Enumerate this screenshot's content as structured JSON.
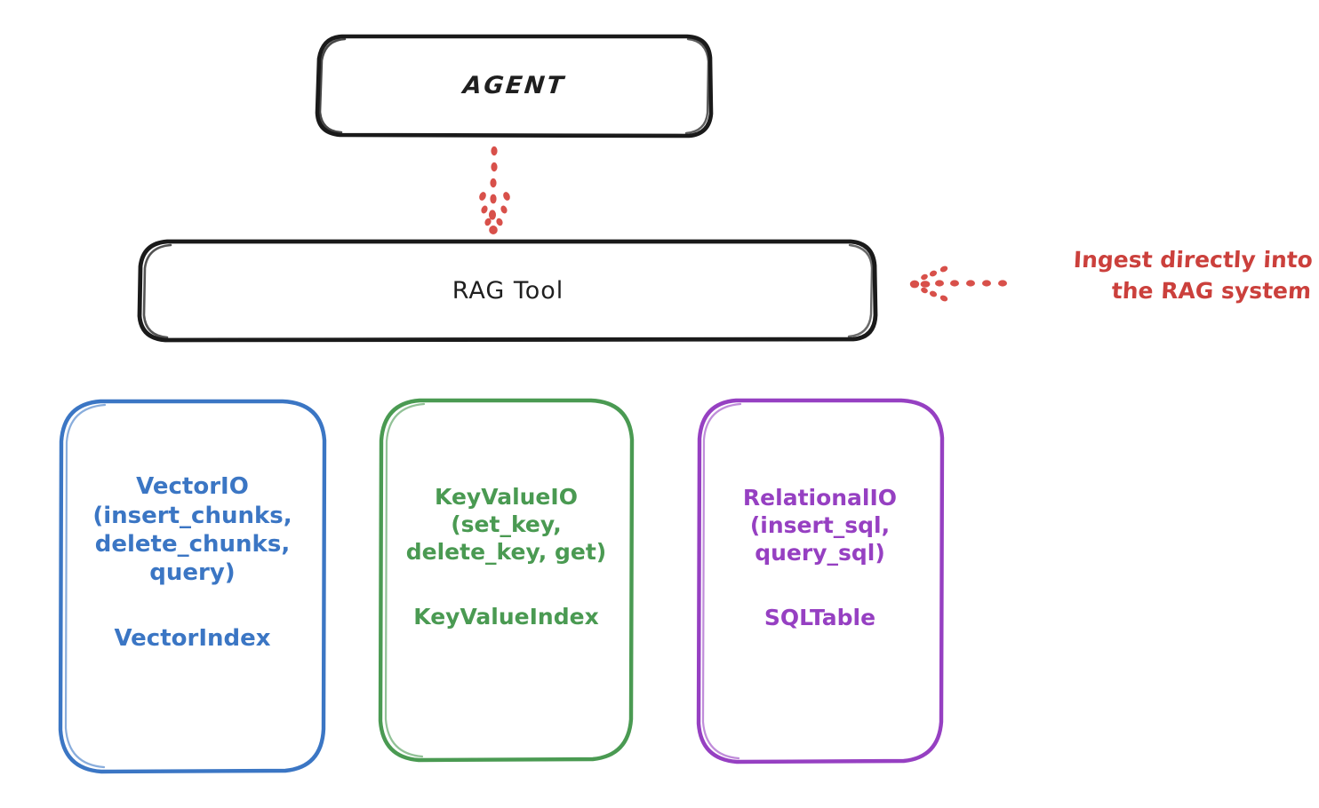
{
  "diagram": {
    "style": "hand-drawn whiteboard sketch",
    "background_color": "#ffffff"
  },
  "nodes": {
    "agent": {
      "label": "AGENT",
      "stroke_color": "#1a1a1a"
    },
    "rag_tool": {
      "label": "RAG Tool",
      "stroke_color": "#1a1a1a"
    },
    "vector_io": {
      "title": "VectorIO\n(insert_chunks,\ndelete_chunks,\nquery)",
      "index": "VectorIndex",
      "stroke_color": "#3b76c4",
      "text_color": "#3b76c4"
    },
    "key_value_io": {
      "title": "KeyValueIO\n(set_key,\ndelete_key, get)",
      "index": "KeyValueIndex",
      "stroke_color": "#4a9a52",
      "text_color": "#4a9a52"
    },
    "relational_io": {
      "title": "RelationalIO\n(insert_sql,\nquery_sql)",
      "index": "SQLTable",
      "stroke_color": "#9640c2",
      "text_color": "#9640c2"
    }
  },
  "annotations": {
    "ingest": {
      "text": "Ingest directly into\nthe RAG system",
      "color": "#cb403c"
    }
  },
  "connectors": {
    "agent_to_rag_tool": {
      "style": "dotted-arrow",
      "direction": "down",
      "color": "#d8504a"
    },
    "ingest_to_rag_tool": {
      "style": "dotted-arrow",
      "direction": "left",
      "color": "#d8504a"
    }
  }
}
